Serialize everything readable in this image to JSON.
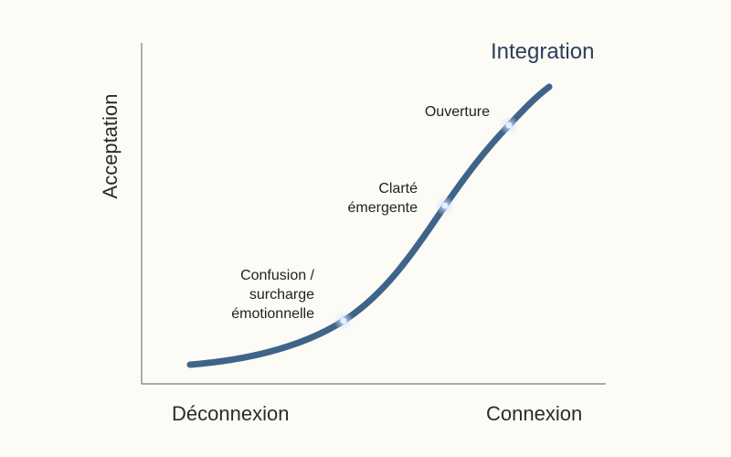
{
  "diagram": {
    "title": "Integration",
    "y_axis_label": "Acceptation",
    "x_axis_labels": {
      "left": "Déconnexion",
      "right": "Connexion"
    },
    "stages": [
      {
        "label_lines": [
          "Confusion /",
          "surcharge",
          "émotionnelle"
        ]
      },
      {
        "label_lines": [
          "Clarté",
          "émergente"
        ]
      },
      {
        "label_lines": [
          "Ouverture"
        ]
      }
    ],
    "colors": {
      "curve": "#3f6489",
      "background": "#fcfbf6",
      "axis": "#777777",
      "title": "#2b3f5c",
      "dot": "#dcecff"
    }
  }
}
